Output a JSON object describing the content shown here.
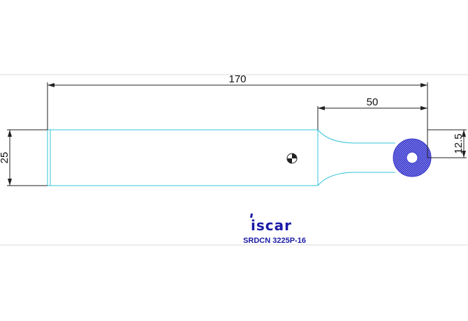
{
  "drawing": {
    "dimensions": {
      "overall_length": "170",
      "head_length": "50",
      "shank_height": "25",
      "center_offset": "12.5"
    },
    "brand_logo": "iscar",
    "product_code": "SRDCN 3225P-16"
  },
  "colors": {
    "outline": "#33c4d9",
    "dimension": "#222222",
    "insert_fill": "#3a3acc",
    "brand": "#1a1aa6"
  }
}
